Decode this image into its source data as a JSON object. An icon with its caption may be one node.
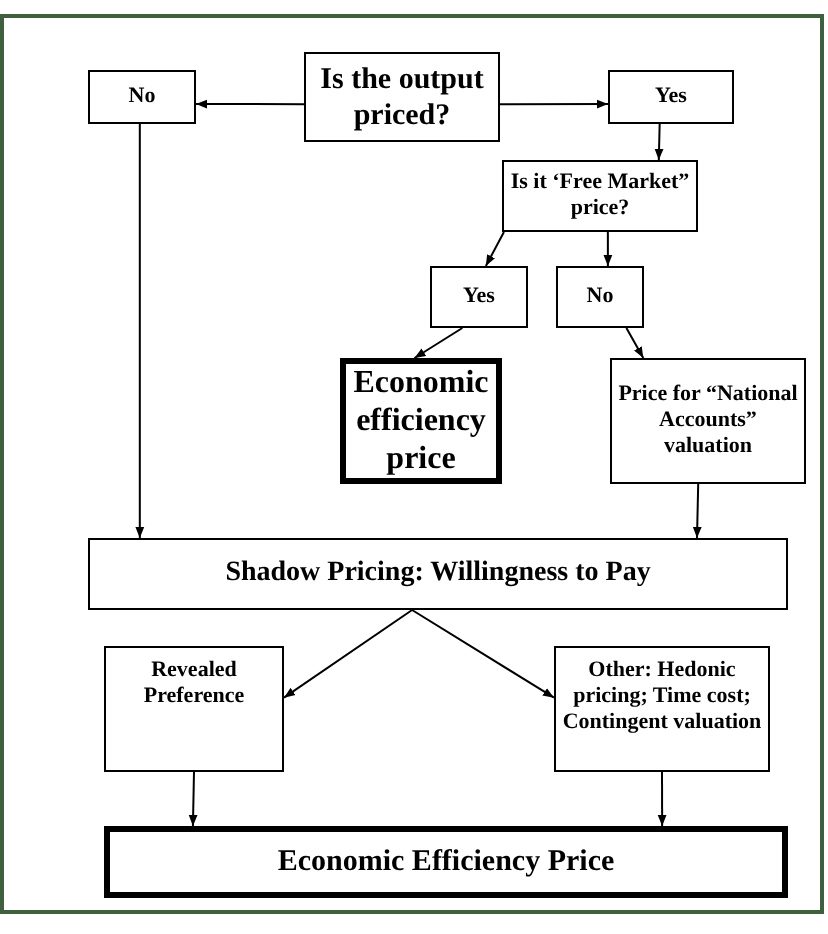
{
  "diagram": {
    "nodes": [
      {
        "text": [
          "Is the output priced?"
        ]
      },
      {
        "text": [
          "No"
        ]
      },
      {
        "text": [
          "Yes"
        ]
      },
      {
        "text": [
          "Is it ‘Free Market” price?"
        ]
      },
      {
        "text": [
          "Yes"
        ]
      },
      {
        "text": [
          "No"
        ]
      },
      {
        "text": [
          "Economic efficiency price"
        ]
      },
      {
        "text": [
          "Price for “National Accounts” valuation"
        ]
      },
      {
        "text": [
          "Shadow Pricing: Willingness to Pay"
        ]
      },
      {
        "text": [
          "Revealed Preference"
        ]
      },
      {
        "text": [
          "Other: Hedonic pricing; Time cost; Contingent valuation"
        ]
      },
      {
        "text": [
          "Economic Efficiency Price"
        ]
      }
    ],
    "edges": [
      {
        "from": 0,
        "to": 1,
        "arrow": "to"
      },
      {
        "from": 0,
        "to": 2,
        "arrow": "to"
      },
      {
        "from": 2,
        "to": 3,
        "arrow": "to"
      },
      {
        "from": 3,
        "to": 4,
        "arrow": "to"
      },
      {
        "from": 3,
        "to": 5,
        "arrow": "to"
      },
      {
        "from": 4,
        "to": 6,
        "arrow": "to"
      },
      {
        "from": 5,
        "to": 7,
        "arrow": "to"
      },
      {
        "from": 1,
        "to": 8,
        "arrow": "to"
      },
      {
        "from": 7,
        "to": 8,
        "arrow": "to"
      },
      {
        "from": 8,
        "to": 9,
        "arrow": "to"
      },
      {
        "from": 8,
        "to": 10,
        "arrow": "to"
      },
      {
        "from": 9,
        "to": 11,
        "arrow": "to"
      },
      {
        "from": 10,
        "to": 11,
        "arrow": "to"
      }
    ]
  }
}
